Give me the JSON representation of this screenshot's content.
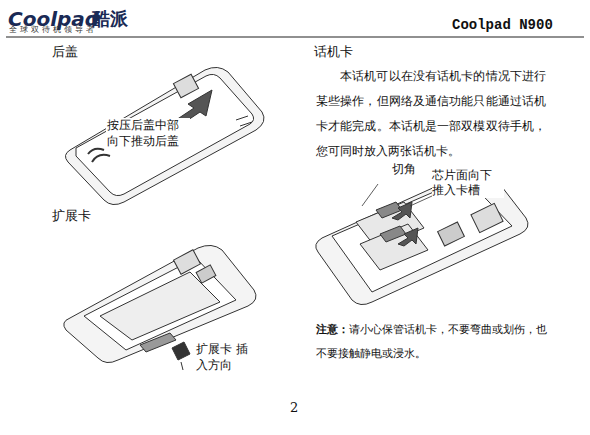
{
  "diagram": {
    "labels": [
      "Coolpad",
      "酷派",
      "全球双待机领导者",
      "Coolpad N900",
      "后盖",
      "按压后盖中部 向下推动后盖",
      "扩展卡",
      "扩展卡 插入方向",
      "话机卡",
      "本话机可以在没有话机卡的情况下进行某些操作，但网络及通信功能只能通过话机卡才能完成。本话机是一部双模双待手机，您可同时放入两张话机卡。",
      "切角",
      "芯片面向下 推入卡槽",
      "注意：",
      "请小心保管话机卡，不要弯曲或划伤，也不要接触静电或浸水。",
      "2"
    ]
  }
}
